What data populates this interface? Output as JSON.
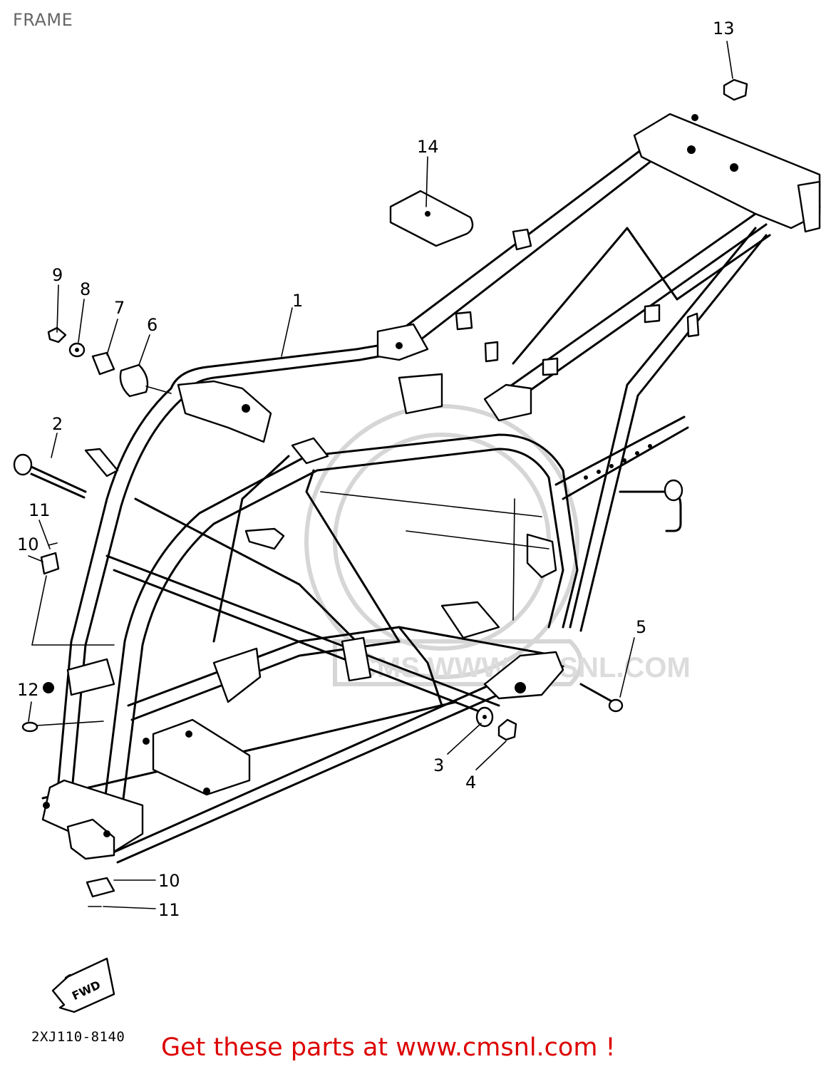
{
  "header": {
    "title": "FRAME"
  },
  "diagram": {
    "code": "2XJ110-8140",
    "direction_label": "FWD",
    "watermark_text": "CMS WWW.CMSNL.COM",
    "part_labels": {
      "p1": "1",
      "p2": "2",
      "p3": "3",
      "p4": "4",
      "p5": "5",
      "p6": "6",
      "p7": "7",
      "p8": "8",
      "p9": "9",
      "p10a": "10",
      "p10b": "10",
      "p11a": "11",
      "p11b": "11",
      "p12": "12",
      "p13": "13",
      "p14": "14"
    }
  },
  "footer": {
    "promo_text": "Get these parts at www.cmsnl.com !"
  },
  "colors": {
    "line": "#000000",
    "promo": "#dd0000",
    "title": "#666666",
    "watermark": "#d6d6d6"
  }
}
